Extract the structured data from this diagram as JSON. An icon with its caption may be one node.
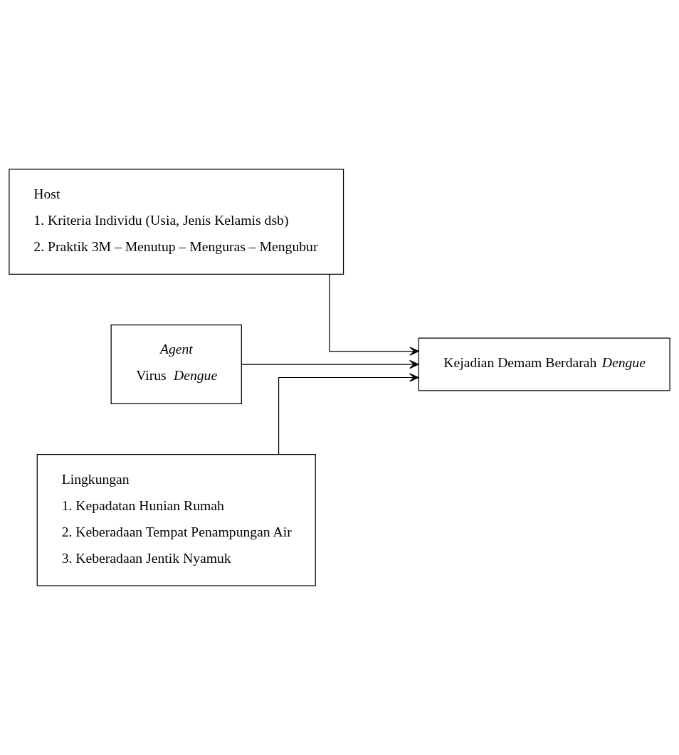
{
  "diagram": {
    "nodes": [
      {
        "text": [
          "Host",
          "1. Kriteria Individu (Usia, Jenis Kelamis dsb)",
          "2. Praktik 3M – Menutup – Menguras – Mengubur"
        ]
      },
      {
        "text": [
          "Agent",
          "Virus *Dengue*"
        ]
      },
      {
        "text": [
          "Lingkungan",
          "1. Kepadatan Hunian Rumah",
          "2. Keberadaan Tempat Penampungan Air",
          "3. Keberadaan Jentik Nyamuk"
        ]
      },
      {
        "text": [
          "Kejadian Demam Berdarah *Dengue*"
        ]
      }
    ],
    "edges": [
      {
        "from": 0,
        "to": 3,
        "arrow": "to"
      },
      {
        "from": 1,
        "to": 3,
        "arrow": "to"
      },
      {
        "from": 2,
        "to": 3,
        "arrow": "to"
      }
    ]
  }
}
